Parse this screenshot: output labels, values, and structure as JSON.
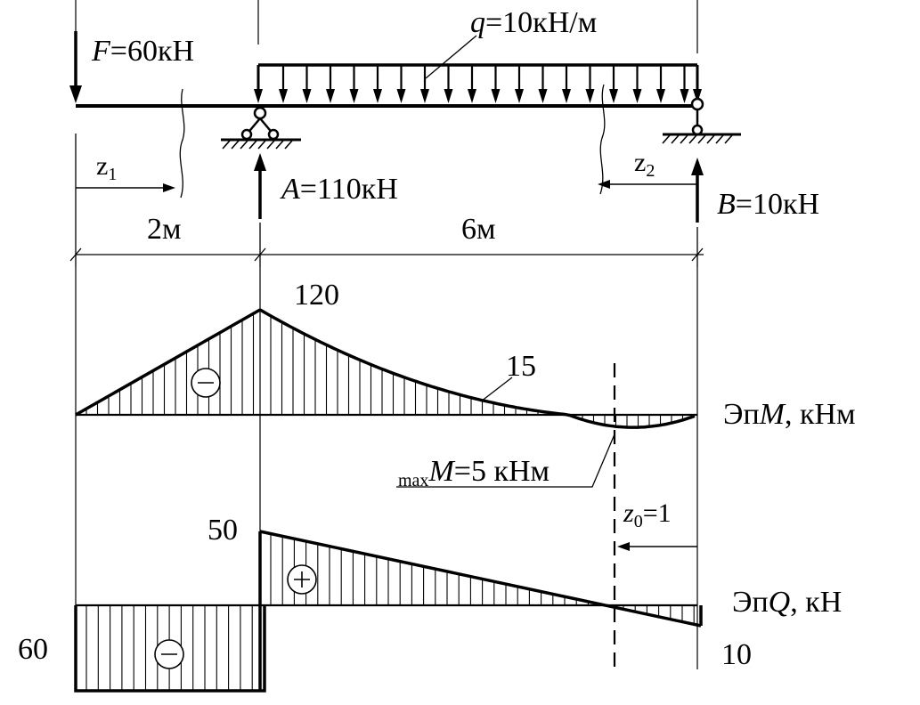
{
  "beam": {
    "force_F": {
      "symbol": "F",
      "value": "=60кН"
    },
    "load_q": {
      "symbol": "q",
      "value": "=10кН/м"
    },
    "reaction_A": {
      "symbol": "A",
      "value": "=110кН"
    },
    "reaction_B": {
      "symbol": "B",
      "value": "=10кН"
    },
    "coord_z1": {
      "base": "z",
      "sub": "1"
    },
    "coord_z2": {
      "base": "z",
      "sub": "2"
    },
    "span_left": "2м",
    "span_right": "6м"
  },
  "moment_diagram": {
    "title_prefix": "Эп",
    "title_symbol": "M",
    "title_unit": ", кНм",
    "value_at_support": "120",
    "value_mid": "15",
    "sign_left": "−",
    "max_label": {
      "sub": "max",
      "symbol": "M",
      "rest": "=5 кНм"
    }
  },
  "shear_diagram": {
    "title_prefix": "Эп",
    "title_symbol": "Q",
    "title_unit": ", кН",
    "value_top": "50",
    "value_left": "60",
    "value_right": "10",
    "sign_pos": "+",
    "sign_neg": "−",
    "z0_label": {
      "base": "z",
      "sub": "0",
      "rest": "=1"
    }
  }
}
